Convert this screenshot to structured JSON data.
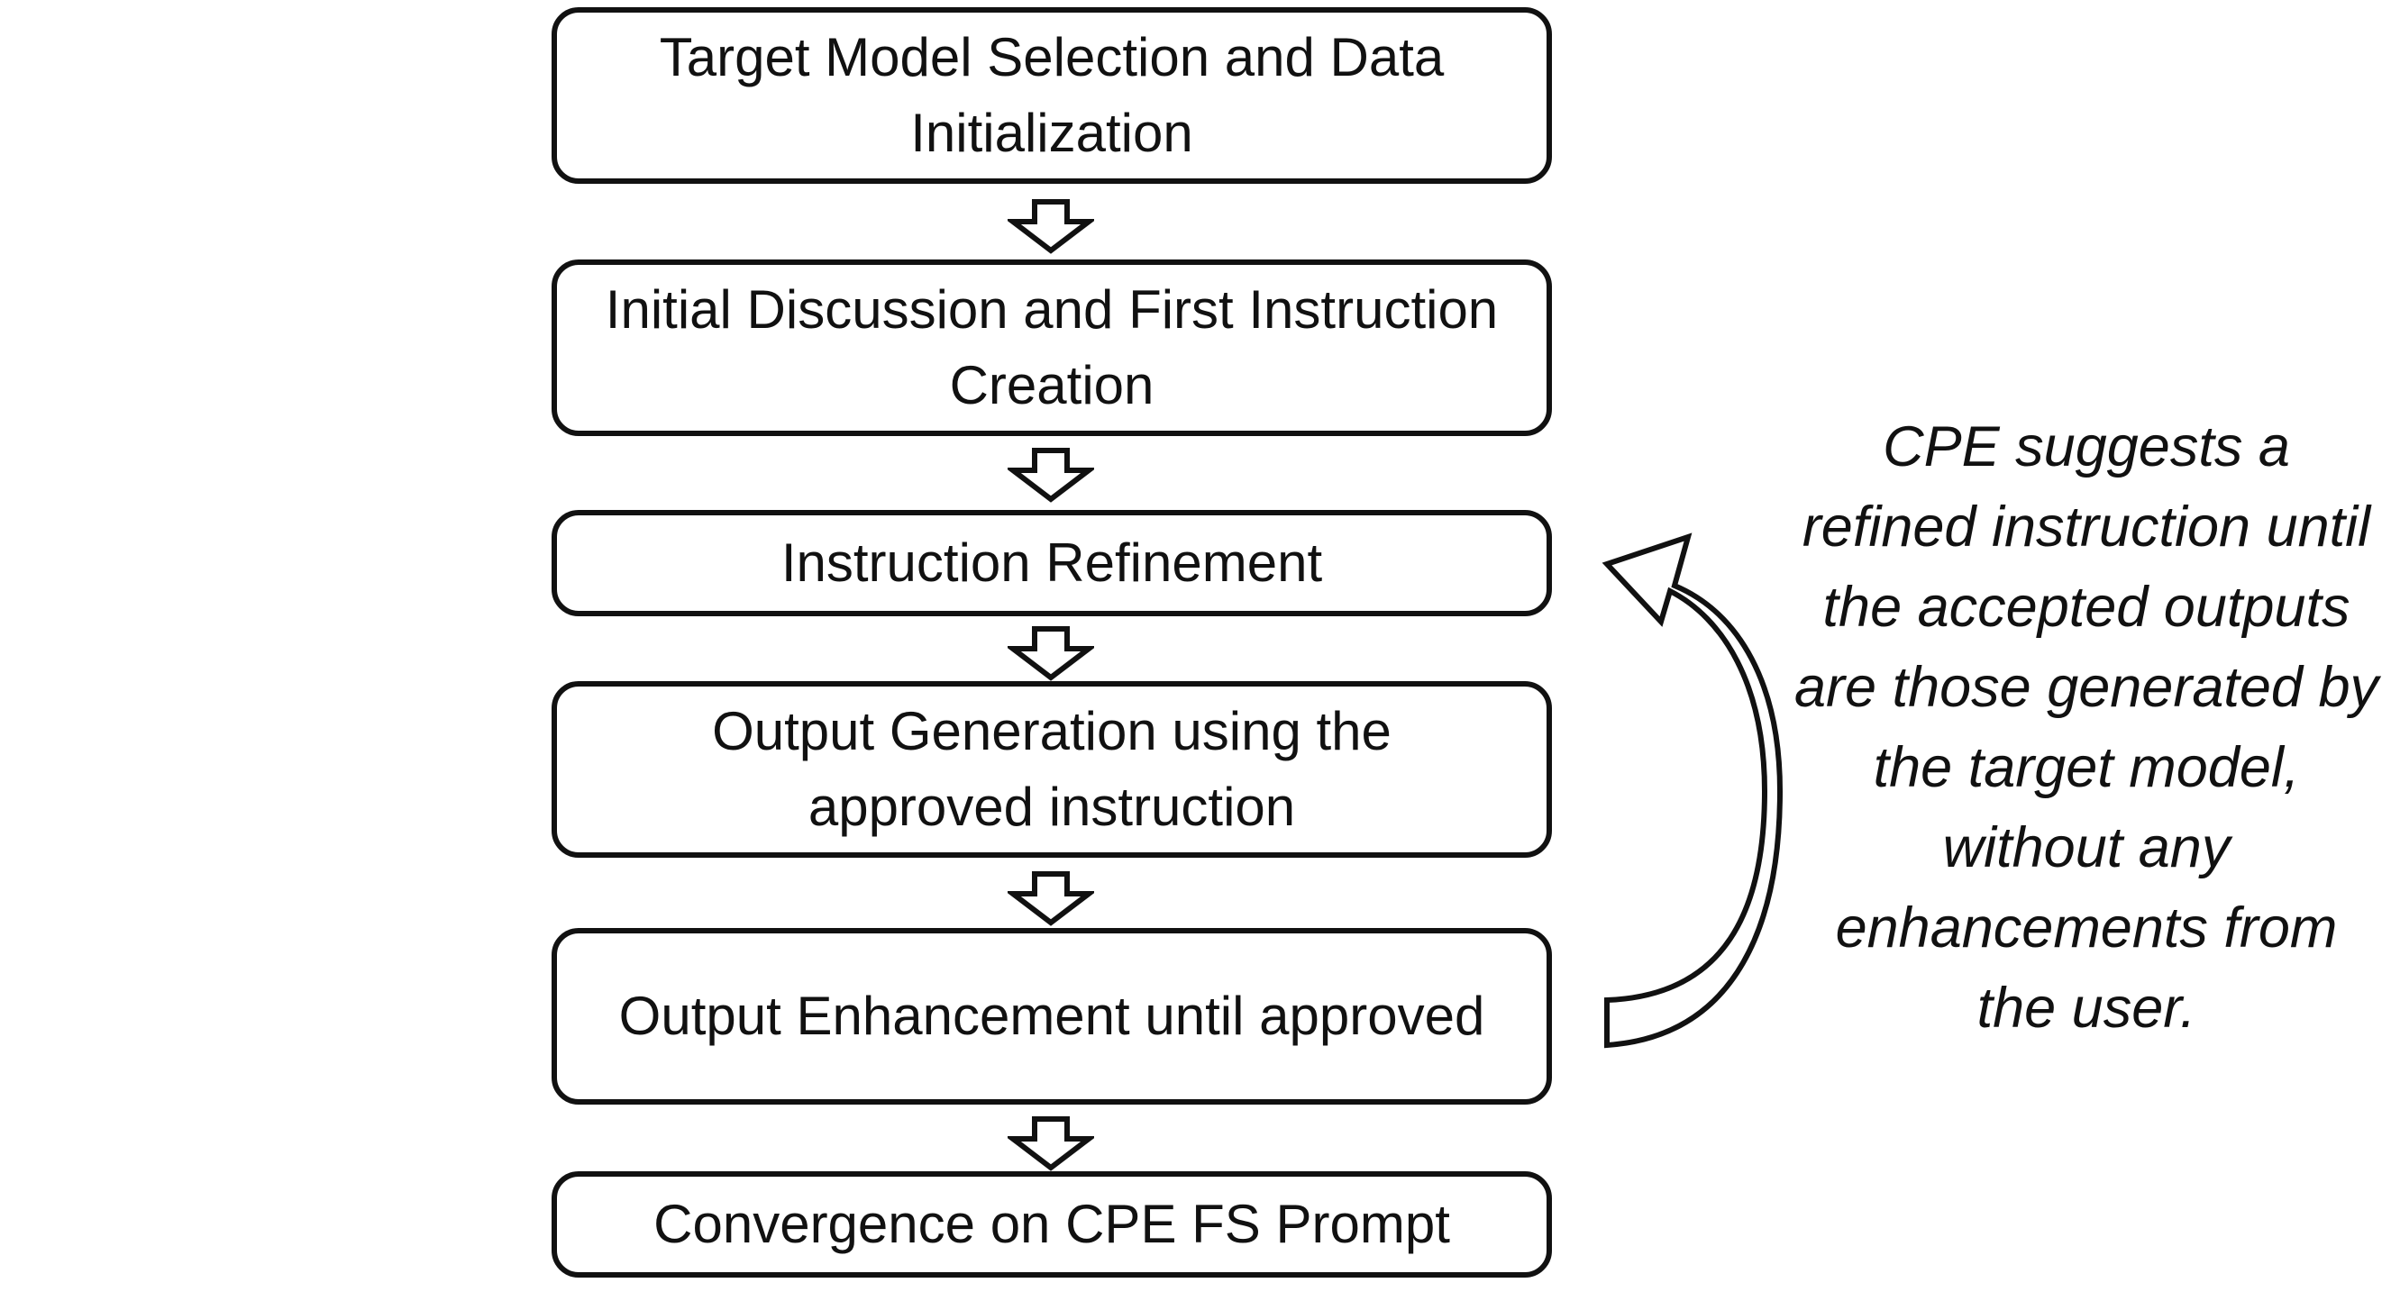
{
  "steps": [
    {
      "label": "Target Model Selection and Data Initialization"
    },
    {
      "label": "Initial Discussion and First Instruction Creation"
    },
    {
      "label": "Instruction Refinement"
    },
    {
      "label": "Output Generation using the approved instruction"
    },
    {
      "label": "Output Enhancement until approved"
    },
    {
      "label": "Convergence on CPE FS Prompt"
    }
  ],
  "feedback_note": "CPE suggests a refined instruction until the accepted outputs are those generated by the target model, without any enhancements from the user.",
  "colors": {
    "stroke": "#111111",
    "background": "#ffffff"
  },
  "icons": {
    "step_connector": "hollow-down-arrow",
    "loop": "curved-hollow-up-arrow"
  }
}
